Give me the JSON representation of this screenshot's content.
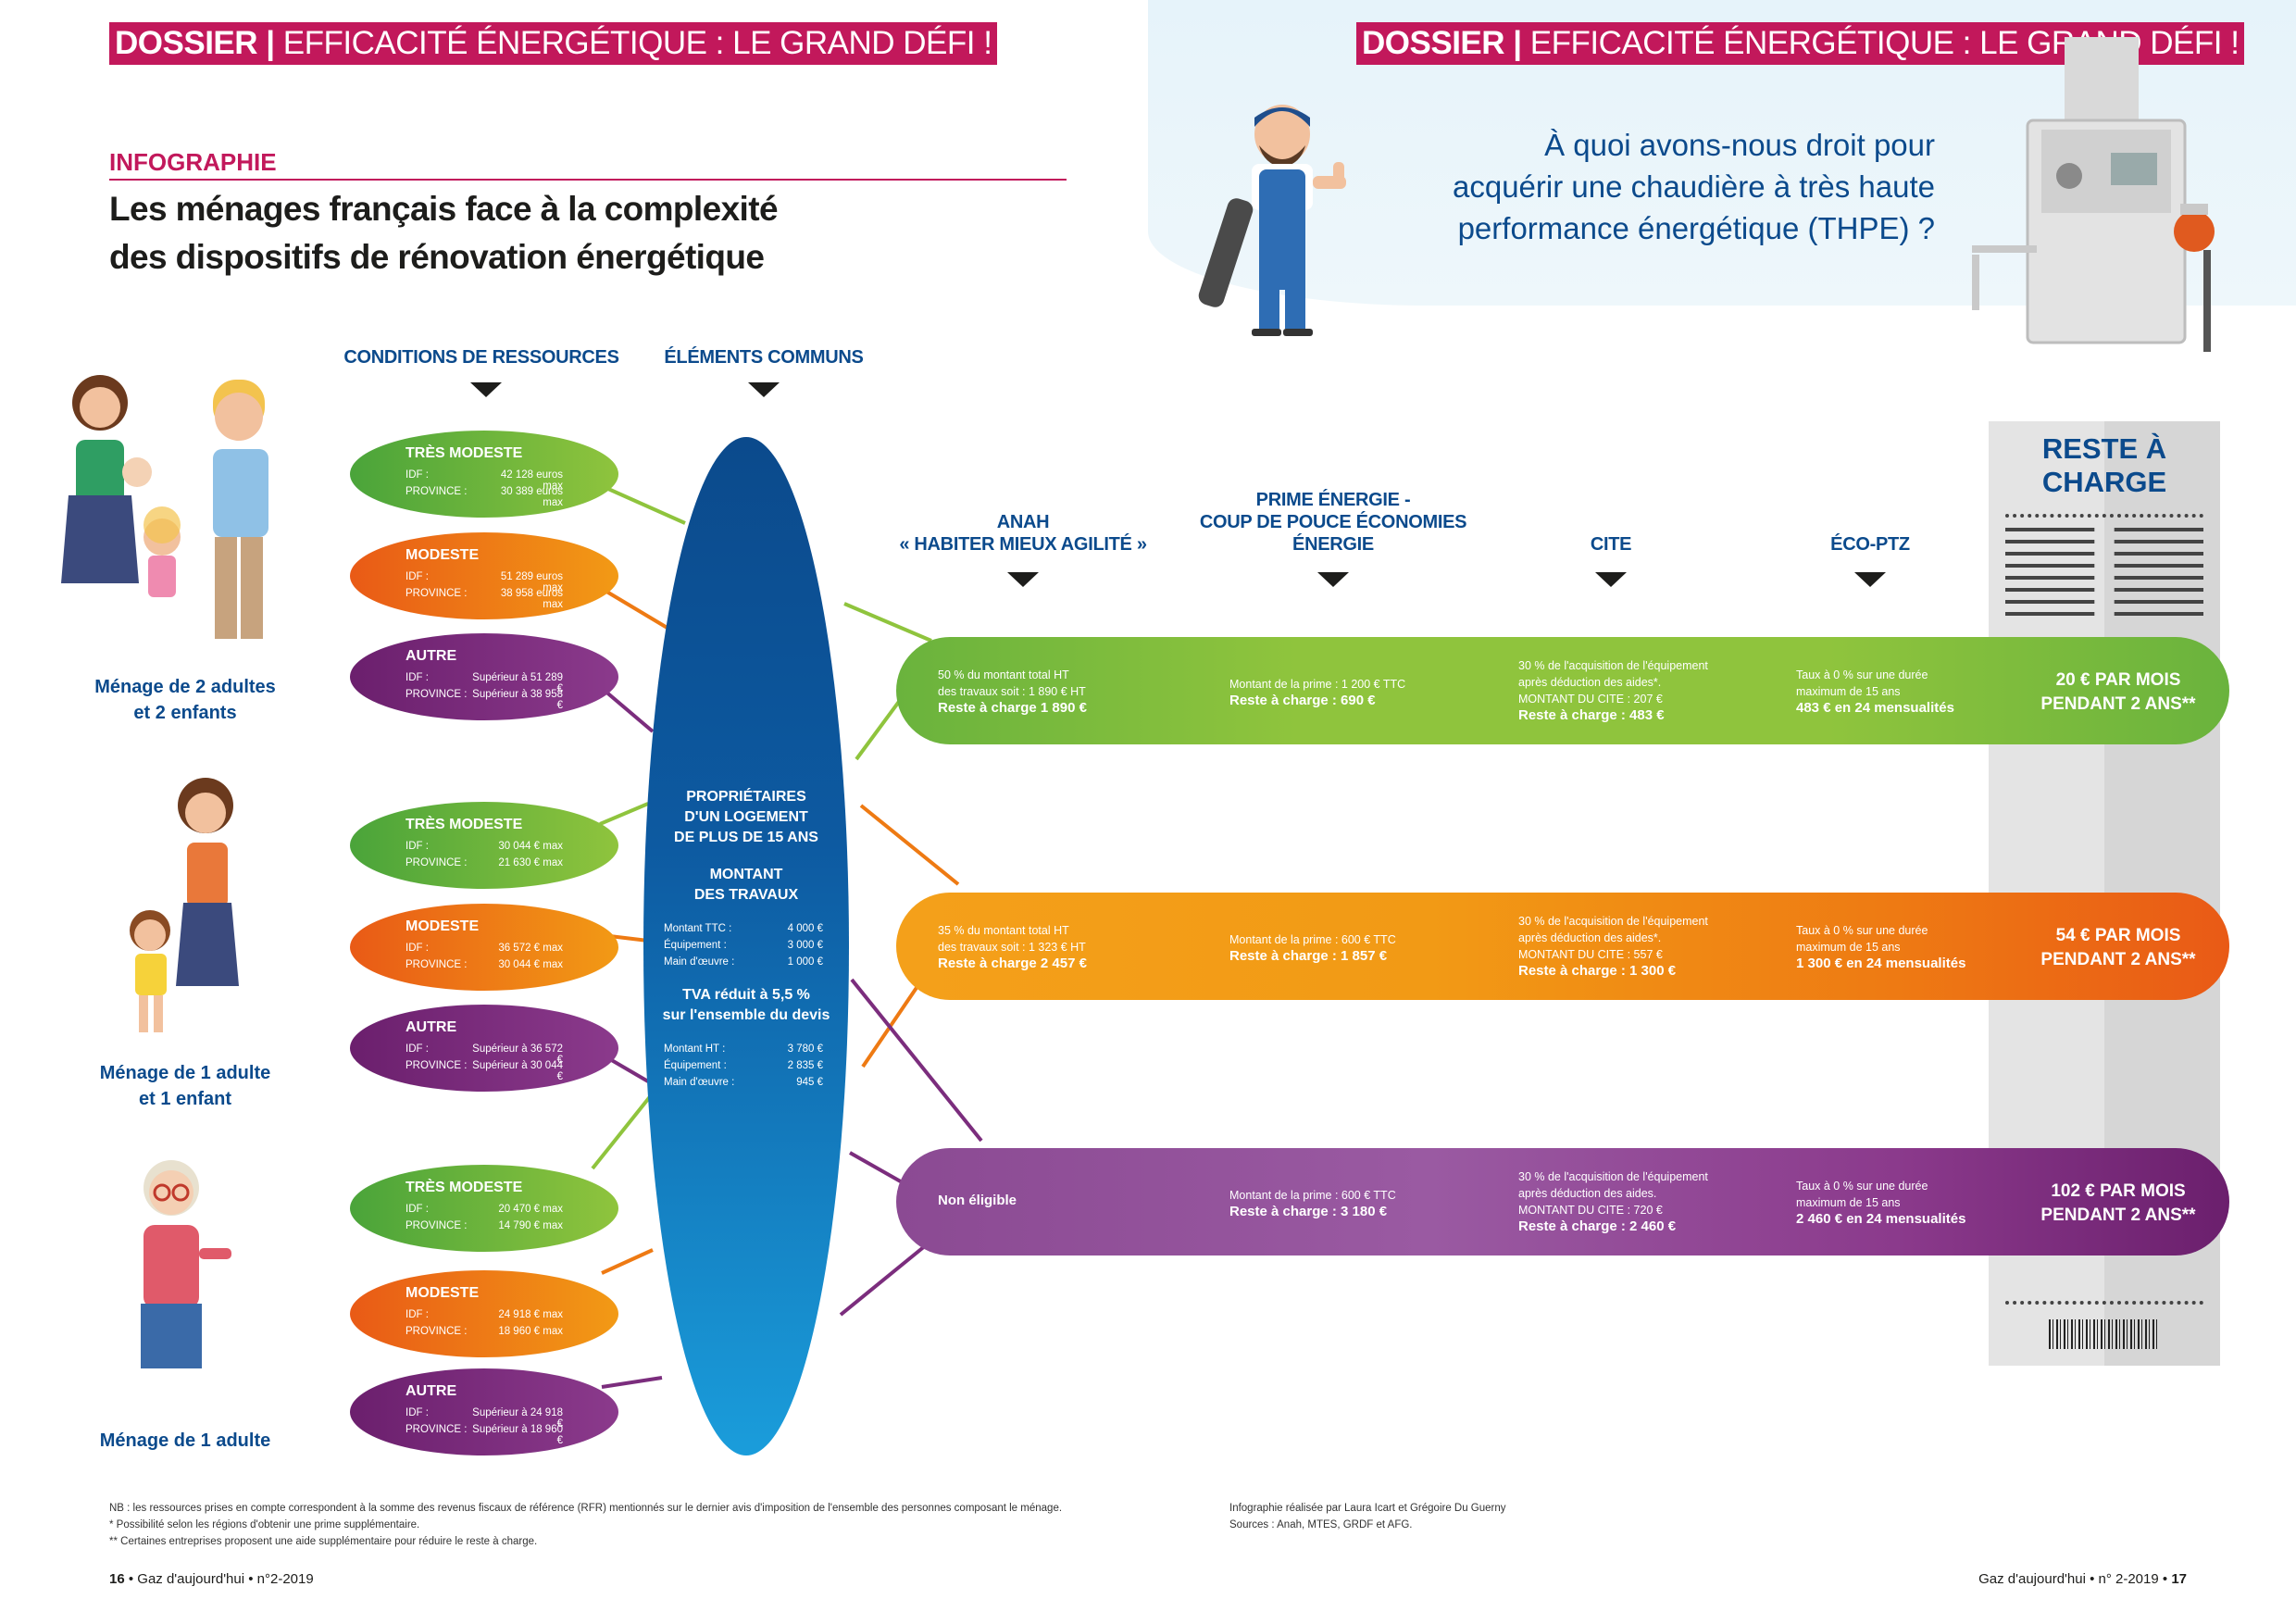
{
  "left_header": {
    "bold": "DOSSIER |",
    "rest": " EFFICACITÉ ÉNERGÉTIQUE : LE GRAND DÉFI !"
  },
  "right_header": {
    "bold": "DOSSIER |",
    "rest": " EFFICACITÉ ÉNERGÉTIQUE : LE GRAND DÉFI !"
  },
  "kicker": "INFOGRAPHIE",
  "title_line1": "Les ménages français face à la complexité",
  "title_line2": "des dispositifs de rénovation énergétique",
  "question": [
    "À quoi avons-nous droit pour",
    "acquérir une chaudière à très haute",
    "performance énergétique (THPE) ?"
  ],
  "col_heads": {
    "ressources": "CONDITIONS DE RESSOURCES",
    "communs": "ÉLÉMENTS COMMUNS",
    "anah": [
      "ANAH",
      "« HABITER MIEUX AGILITÉ »"
    ],
    "prime": [
      "PRIME ÉNERGIE -",
      "COUP DE POUCE ÉCONOMIES",
      "ÉNERGIE"
    ],
    "cite": "CITE",
    "ecoptz": "ÉCO-PTZ",
    "reste": [
      "RESTE À",
      "CHARGE"
    ]
  },
  "households": [
    {
      "label": [
        "Ménage de 2 adultes",
        "et 2 enfants"
      ],
      "pills": [
        {
          "title": "TRÈS MODESTE",
          "idf_label": "IDF :",
          "idf": "42 128 euros max",
          "prov_label": "PROVINCE :",
          "prov": "30 389 euros max"
        },
        {
          "title": "MODESTE",
          "idf_label": "IDF :",
          "idf": "51 289 euros max",
          "prov_label": "PROVINCE :",
          "prov": "38 958 euros max"
        },
        {
          "title": "AUTRE",
          "idf_label": "IDF :",
          "idf": "Supérieur à 51 289 €",
          "prov_label": "PROVINCE :",
          "prov": "Supérieur à 38 958 €"
        }
      ]
    },
    {
      "label": [
        "Ménage de 1 adulte",
        "et 1 enfant"
      ],
      "pills": [
        {
          "title": "TRÈS MODESTE",
          "idf_label": "IDF :",
          "idf": "30 044 € max",
          "prov_label": "PROVINCE :",
          "prov": "21 630 € max"
        },
        {
          "title": "MODESTE",
          "idf_label": "IDF :",
          "idf": "36 572 € max",
          "prov_label": "PROVINCE :",
          "prov": "30 044 € max"
        },
        {
          "title": "AUTRE",
          "idf_label": "IDF :",
          "idf": "Supérieur à 36 572 €",
          "prov_label": "PROVINCE :",
          "prov": "Supérieur à 30 044 €"
        }
      ]
    },
    {
      "label": [
        "Ménage de 1 adulte"
      ],
      "pills": [
        {
          "title": "TRÈS MODESTE",
          "idf_label": "IDF :",
          "idf": "20 470 € max",
          "prov_label": "PROVINCE :",
          "prov": "14 790 € max"
        },
        {
          "title": "MODESTE",
          "idf_label": "IDF :",
          "idf": "24 918 € max",
          "prov_label": "PROVINCE :",
          "prov": "18 960 € max"
        },
        {
          "title": "AUTRE",
          "idf_label": "IDF :",
          "idf": "Supérieur à 24 918 €",
          "prov_label": "PROVINCE :",
          "prov": "Supérieur à 18 960 €"
        }
      ]
    }
  ],
  "common": {
    "owners": [
      "PROPRIÉTAIRES",
      "D'UN LOGEMENT",
      "DE PLUS DE 15 ANS"
    ],
    "montant": [
      "MONTANT",
      "DES TRAVAUX"
    ],
    "ttc_rows": [
      [
        "Montant TTC :",
        "4 000 €"
      ],
      [
        "Équipement :",
        "3 000 €"
      ],
      [
        "Main d'œuvre :",
        "1 000 €"
      ]
    ],
    "tva": [
      "TVA réduit à 5,5 %",
      "sur l'ensemble du devis"
    ],
    "ht_rows": [
      [
        "Montant HT :",
        "3 780 €"
      ],
      [
        "Équipement :",
        "2 835 €"
      ],
      [
        "Main d'œuvre :",
        "945 €"
      ]
    ]
  },
  "bands": [
    {
      "color": "green",
      "anah": [
        "50 % du montant total HT",
        "des travaux soit : 1 890 € HT"
      ],
      "anah_bold": "Reste à charge 1 890 €",
      "prime": "Montant de la prime : 1 200 € TTC",
      "prime_bold": "Reste à charge : 690 €",
      "cite": [
        "30 % de l'acquisition de l'équipement",
        "après déduction des aides*.",
        "MONTANT DU CITE : 207 €"
      ],
      "cite_bold": "Reste à charge : 483 €",
      "eco": [
        "Taux à 0 % sur une durée",
        "maximum de 15 ans"
      ],
      "eco_bold": "483 € en 24 mensualités",
      "reste": [
        "20 € PAR MOIS",
        "PENDANT 2 ANS**"
      ]
    },
    {
      "color": "orange",
      "anah": [
        "35 % du montant total HT",
        "des travaux soit : 1 323 € HT"
      ],
      "anah_bold": "Reste à charge 2 457 €",
      "prime": "Montant de la prime : 600 € TTC",
      "prime_bold": "Reste à charge : 1 857 €",
      "cite": [
        "30 % de l'acquisition de l'équipement",
        "après déduction des aides*.",
        "MONTANT DU CITE : 557 €"
      ],
      "cite_bold": "Reste à charge : 1 300 €",
      "eco": [
        "Taux à 0 % sur une durée",
        "maximum de 15 ans"
      ],
      "eco_bold": "1 300 € en 24 mensualités",
      "reste": [
        "54 € PAR MOIS",
        "PENDANT 2 ANS**"
      ]
    },
    {
      "color": "purple",
      "anah": [],
      "anah_bold": "Non éligible",
      "prime": "Montant de la prime : 600 € TTC",
      "prime_bold": "Reste à charge : 3 180 €",
      "cite": [
        "30 % de l'acquisition de l'équipement",
        "après déduction des aides.",
        "MONTANT DU CITE : 720 €"
      ],
      "cite_bold": "Reste à charge : 2 460  €",
      "eco": [
        "Taux à 0 % sur une durée",
        "maximum de 15 ans"
      ],
      "eco_bold": "2 460 € en 24 mensualités",
      "reste": [
        "102  € PAR MOIS",
        "PENDANT 2 ANS**"
      ]
    }
  ],
  "notes": [
    "NB : les ressources prises en compte correspondent à la somme des revenus fiscaux de référence (RFR) mentionnés sur le dernier avis d'imposition de l'ensemble des personnes composant le ménage.",
    "* Possibilité selon les régions d'obtenir une prime supplémentaire.",
    "** Certaines entreprises proposent une aide supplémentaire pour réduire le reste à charge."
  ],
  "credits": [
    "Infographie réalisée par Laura Icart et Grégoire Du Guerny",
    "Sources :  Anah, MTES, GRDF et AFG."
  ],
  "footer_left": {
    "num": "16",
    "text": " • Gaz d'aujourd'hui • n°2-2019"
  },
  "footer_right": {
    "text": "Gaz d'aujourd'hui • n° 2-2019 • ",
    "num": "17"
  },
  "colors": {
    "magenta": "#c2185b",
    "blue": "#0b4a8c",
    "green": "#6ab33d",
    "orange": "#ee7a13",
    "purple": "#7b2d7d"
  }
}
